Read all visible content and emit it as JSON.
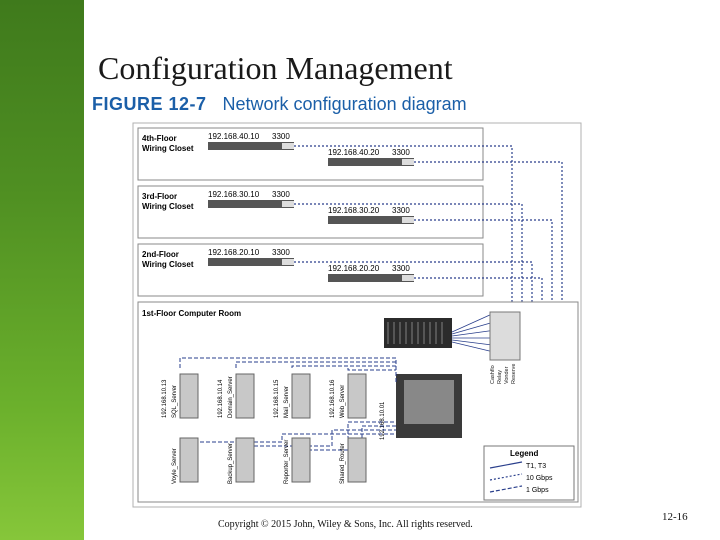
{
  "slide": {
    "title": "Configuration Management",
    "copyright": "Copyright © 2015 John, Wiley & Sons, Inc. All rights reserved.",
    "page_number": "12-16"
  },
  "figure": {
    "number": "FIGURE 12-7",
    "caption": "Network configuration diagram"
  },
  "floors": [
    {
      "name": "4th-Floor",
      "sub": "Wiring Closet",
      "switch1_ip": "192.168.40.10",
      "switch1_model": "3300",
      "switch2_ip": "192.168.40.20",
      "switch2_model": "3300"
    },
    {
      "name": "3rd-Floor",
      "sub": "Wiring Closet",
      "switch1_ip": "192.168.30.10",
      "switch1_model": "3300",
      "switch2_ip": "192.168.30.20",
      "switch2_model": "3300"
    },
    {
      "name": "2nd-Floor",
      "sub": "Wiring Closet",
      "switch1_ip": "192.168.20.10",
      "switch1_model": "3300",
      "switch2_ip": "192.168.20.20",
      "switch2_model": "3300"
    }
  ],
  "computer_room": {
    "title": "1st-Floor Computer Room",
    "top_servers": [
      {
        "ip": "192.168.10.13",
        "name": "SQL_Server"
      },
      {
        "ip": "192.168.10.14",
        "name": "Domain_Server"
      },
      {
        "ip": "192.168.10.15",
        "name": "Mail_Server"
      },
      {
        "ip": "192.168.10.16",
        "name": "Web_Server"
      }
    ],
    "bottom_servers": [
      {
        "name": "Voyle_Server"
      },
      {
        "name": "Backup_Server"
      },
      {
        "name": "Reporter_Server"
      },
      {
        "name": "Shared_Router"
      }
    ],
    "core_switch_ip": "192.168.10.01",
    "patch_panel_labels": [
      "Cashflo",
      "Relay",
      "Vonder",
      "Reserve"
    ]
  },
  "legend": {
    "title": "Legend",
    "items": [
      {
        "label": "T1, T3",
        "style": "solid"
      },
      {
        "label": "10 Gbps",
        "style": "dotted"
      },
      {
        "label": "1 Gbps",
        "style": "dashed"
      }
    ]
  },
  "colors": {
    "sidebar_dark": "#3f7a1c",
    "sidebar_light": "#86c63a",
    "figure_blue": "#1b5fa8",
    "cable_blue": "#2a3f8c",
    "box_border": "#8a8a8a"
  }
}
